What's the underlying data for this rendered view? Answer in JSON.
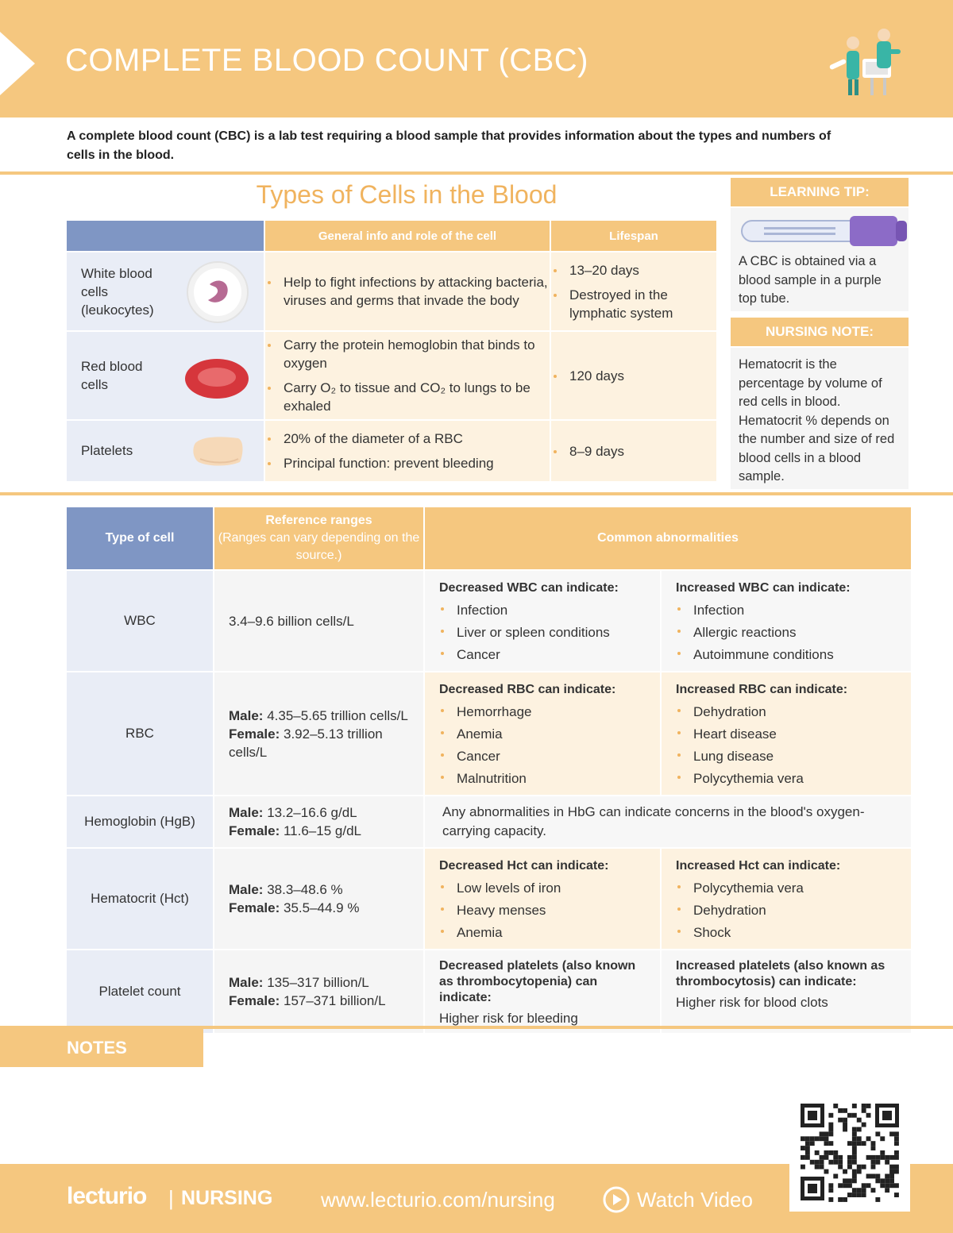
{
  "header": {
    "title": "COMPLETE BLOOD COUNT (CBC)"
  },
  "intro": "A complete blood count (CBC) is a lab test requiring a blood sample that provides information about the types and numbers of cells in the blood.",
  "cells_section": {
    "title": "Types of Cells in the Blood",
    "columns": [
      "",
      "General info and role of the cell",
      "Lifespan"
    ],
    "rows": [
      {
        "name": "White blood cells (leukocytes)",
        "info": [
          "Help to fight infections by attacking bacteria, viruses and germs that invade the body"
        ],
        "lifespan": [
          "13–20 days",
          "Destroyed in the lymphatic system"
        ]
      },
      {
        "name": "Red blood cells",
        "info": [
          "Carry the protein hemoglobin that binds to oxygen",
          "Carry O₂ to tissue and CO₂ to lungs to be exhaled"
        ],
        "lifespan": [
          "120 days"
        ]
      },
      {
        "name": "Platelets",
        "info": [
          "20% of the diameter of a RBC",
          "Principal function: prevent bleeding"
        ],
        "lifespan": [
          "8–9 days"
        ]
      }
    ]
  },
  "learning_tip": {
    "label": "LEARNING TIP:",
    "text": "A CBC is obtained via a blood sample in a purple top tube."
  },
  "nursing_note": {
    "label": "NURSING NOTE:",
    "text": "Hematocrit is the percentage by volume of red cells in blood. Hematocrit % depends on the number and size of red blood cells in a blood sample."
  },
  "ref_table": {
    "col_type": "Type of cell",
    "col_ref": "Reference ranges",
    "col_ref_note": "(Ranges can vary depending on the source.)",
    "col_ab": "Common abnormalities",
    "male": "Male:",
    "female": "Female:",
    "wbc": {
      "type": "WBC",
      "ref": "3.4–9.6 billion cells/L",
      "dec_h": "Decreased WBC can indicate:",
      "dec": [
        "Infection",
        "Liver or spleen conditions",
        "Cancer"
      ],
      "inc_h": "Increased WBC can indicate:",
      "inc": [
        "Infection",
        "Allergic reactions",
        "Autoimmune conditions"
      ]
    },
    "rbc": {
      "type": "RBC",
      "male": "4.35–5.65 trillion cells/L",
      "female": "3.92–5.13 trillion cells/L",
      "dec_h": "Decreased RBC can indicate:",
      "dec": [
        "Hemorrhage",
        "Anemia",
        "Cancer",
        "Malnutrition"
      ],
      "inc_h": "Increased RBC can indicate:",
      "inc": [
        "Dehydration",
        "Heart disease",
        "Lung disease",
        "Polycythemia vera"
      ]
    },
    "hgb": {
      "type": "Hemoglobin (HgB)",
      "male": "13.2–16.6 g/dL",
      "female": "11.6–15 g/dL",
      "text": "Any abnormalities in HbG can indicate concerns in the blood's oxygen-carrying capacity."
    },
    "hct": {
      "type": "Hematocrit (Hct)",
      "male": "38.3–48.6 %",
      "female": "35.5–44.9 %",
      "dec_h": "Decreased Hct can indicate:",
      "dec": [
        "Low levels of iron",
        "Heavy menses",
        "Anemia"
      ],
      "inc_h": "Increased Hct can indicate:",
      "inc": [
        "Polycythemia vera",
        "Dehydration",
        "Shock"
      ]
    },
    "plt": {
      "type": "Platelet count",
      "male": "135–317 billion/L",
      "female": "157–371 billion/L",
      "dec_h": "Decreased platelets (also known as thrombocytopenia) can indicate:",
      "dec_t": "Higher risk for bleeding",
      "inc_h": "Increased platelets (also known as  thrombocytosis) can indicate:",
      "inc_t": "Higher risk for blood clots"
    }
  },
  "notes_label": "NOTES",
  "footer": {
    "logo": "lecturio",
    "brand": "NURSING",
    "url": "www.lecturio.com/nursing",
    "watch": "Watch Video"
  }
}
